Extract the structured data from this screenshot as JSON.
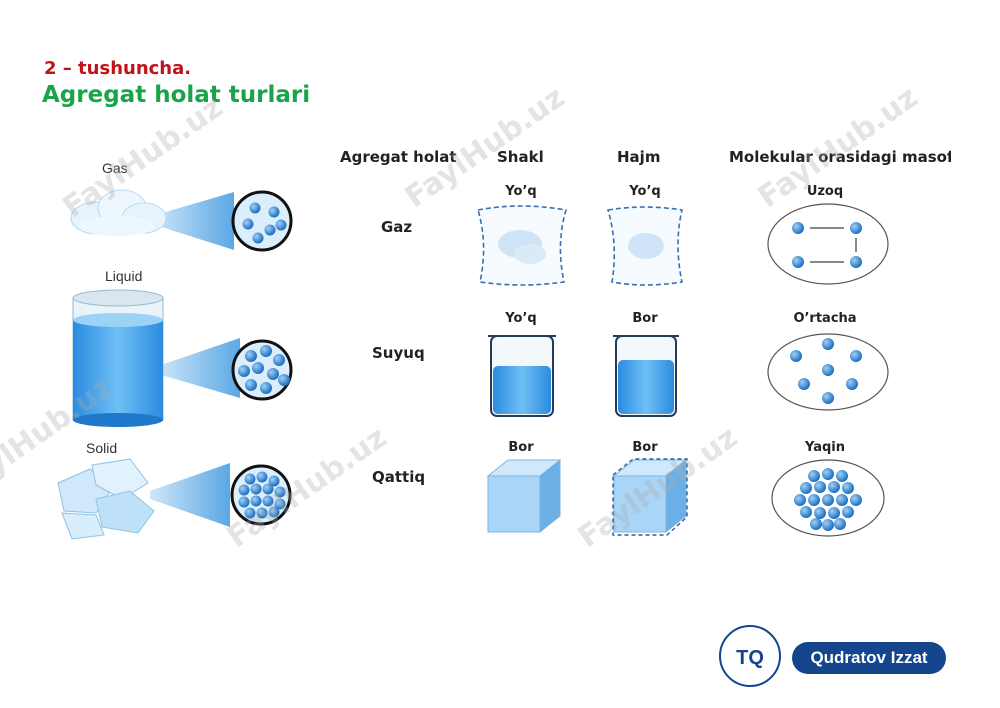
{
  "subtitle": "2 – tushuncha.",
  "title": "Agregat holat turlari",
  "left_labels": {
    "gas": "Gas",
    "liquid": "Liquid",
    "solid": "Solid"
  },
  "headers": {
    "state": "Agregat holat",
    "shape": "Shakl",
    "volume": "Hajm",
    "distance": "Molekular orasidagi masofa"
  },
  "rows": [
    {
      "state": "Gaz",
      "shape": "Yo’q",
      "volume": "Yo’q",
      "distance": "Uzoq"
    },
    {
      "state": "Suyuq",
      "shape": "Yo’q",
      "volume": "Bor",
      "distance": "O’rtacha"
    },
    {
      "state": "Qattiq",
      "shape": "Bor",
      "volume": "Bor",
      "distance": "Yaqin"
    }
  ],
  "watermark": "FaylHub.uz",
  "brand": {
    "name": "Qudratov Izzat",
    "monogram": "TQ"
  },
  "colors": {
    "subtitle": "#c0121a",
    "title": "#1aa44a",
    "particle": "#3a8fd6",
    "brand": "#14458d"
  }
}
